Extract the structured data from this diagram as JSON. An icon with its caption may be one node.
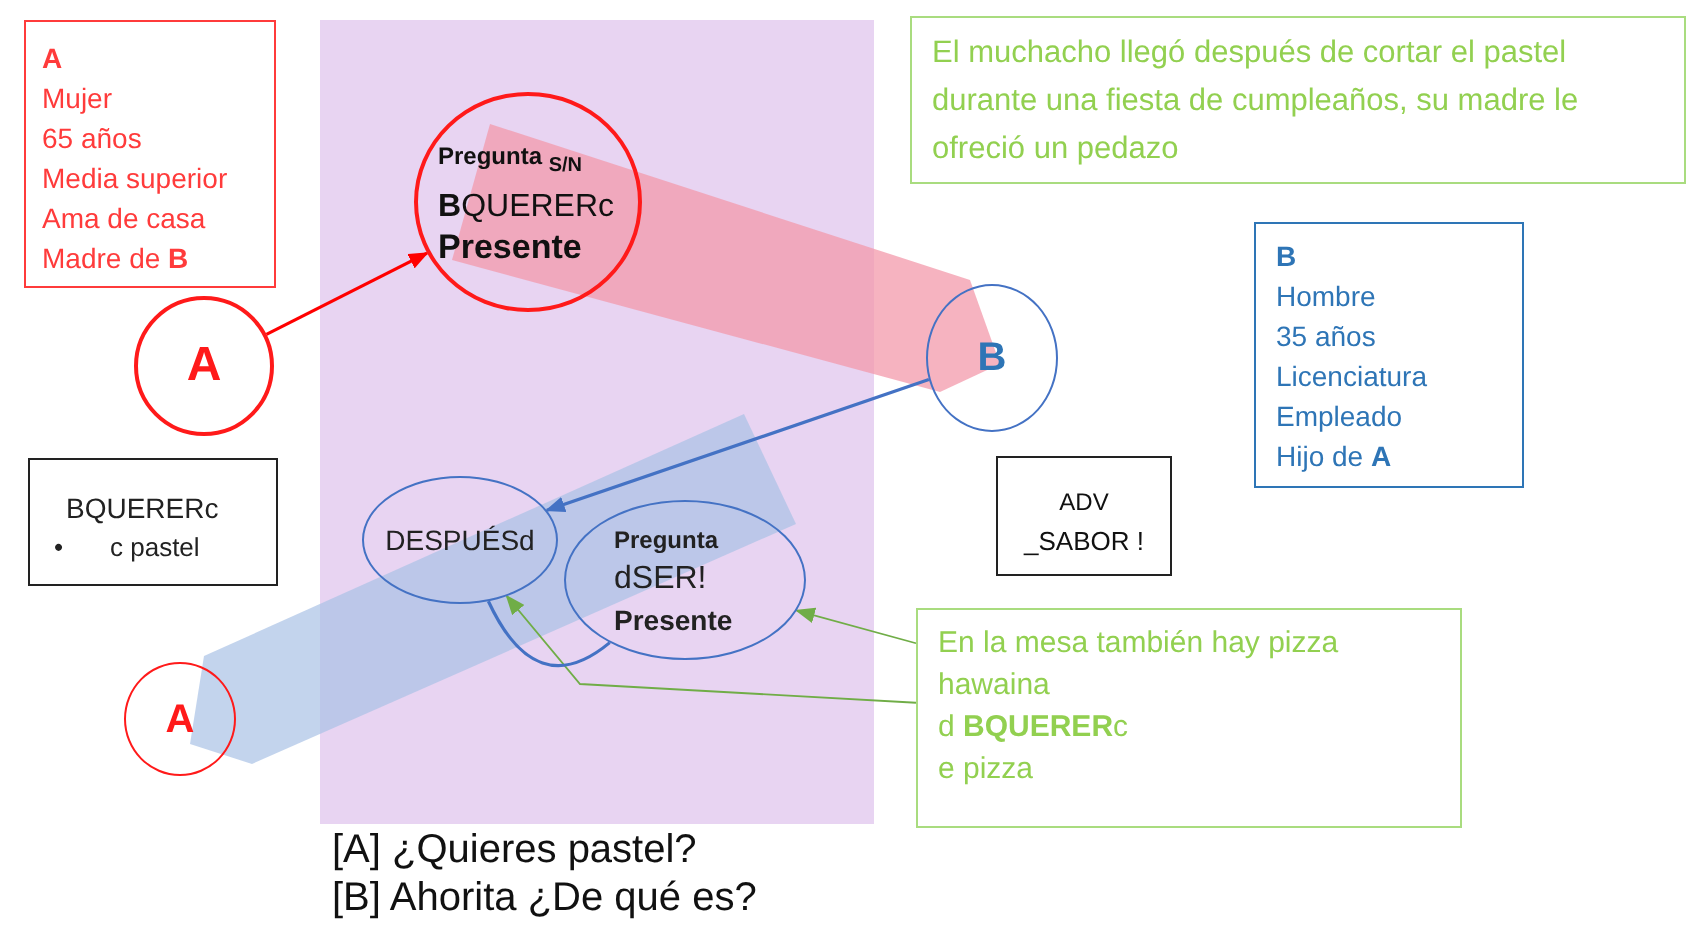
{
  "diagram": {
    "nodes": [
      {
        "text": [
          "A",
          "Mujer",
          "65 años",
          "Media superior",
          "Ama de casa",
          "Madre de **B**"
        ]
      },
      {
        "text": [
          "El muchacho llegó después de cortar el pastel durante una fiesta de cumpleaños, su madre le ofreció un pedazo"
        ]
      },
      {
        "text": [
          "Pregunta $_{S/N}$",
          "**B**QUERERc",
          "Presente"
        ]
      },
      {
        "text": [
          "A"
        ]
      },
      {
        "text": [
          "B"
        ]
      },
      {
        "text": [
          "B",
          "Hombre",
          "35 años",
          "Licenciatura",
          "Empleado",
          "Hijo de **A**"
        ]
      },
      {
        "text": [
          "BQUERERc",
          "•",
          "c pastel"
        ]
      },
      {
        "text": [
          "DESPUÉSd"
        ]
      },
      {
        "text": [
          "Pregunta",
          "dSER!",
          "Presente"
        ]
      },
      {
        "text": [
          "A"
        ]
      },
      {
        "text": [
          "ADV",
          "_SABOR !"
        ]
      },
      {
        "text": [
          "En la mesa también hay pizza hawaina",
          "d **BQUERER**c",
          "e pizza"
        ]
      }
    ],
    "edges": [
      {
        "from": 3,
        "to": 2,
        "arrow": "to",
        "color": "#ff0000"
      },
      {
        "from": 4,
        "to": 7,
        "arrow": "to",
        "color": "#4472c4"
      },
      {
        "from": 11,
        "to": 7,
        "arrow": "to",
        "color": "#70ad47"
      },
      {
        "from": 11,
        "to": 8,
        "arrow": "to",
        "color": "#70ad47"
      },
      {
        "from": 7,
        "to": 8,
        "arrow": "none",
        "color": "#4472c4"
      }
    ],
    "labels": [
      "[A] ¿Quieres pastel?",
      "[B] Ahorita ¿De qué es?"
    ]
  }
}
